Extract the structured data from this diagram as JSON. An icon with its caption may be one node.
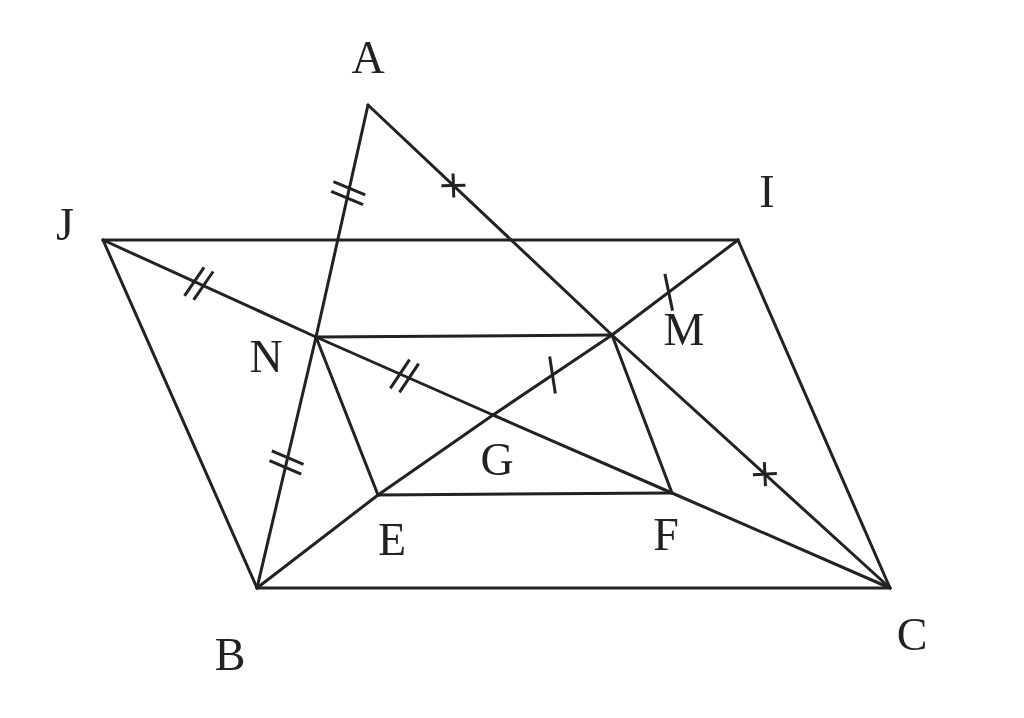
{
  "diagram": {
    "nodes": [
      {
        "text": [
          "A"
        ]
      },
      {
        "text": [
          "J"
        ]
      },
      {
        "text": [
          "I"
        ]
      },
      {
        "text": [
          "N"
        ]
      },
      {
        "text": [
          "M"
        ]
      },
      {
        "text": [
          "G"
        ]
      },
      {
        "text": [
          "E"
        ]
      },
      {
        "text": [
          "F"
        ]
      },
      {
        "text": [
          "B"
        ]
      },
      {
        "text": [
          "C"
        ]
      }
    ],
    "edges": [
      {
        "from": 0,
        "to": 3,
        "arrow": "none"
      },
      {
        "from": 3,
        "to": 8,
        "arrow": "none"
      },
      {
        "from": 0,
        "to": 4,
        "arrow": "none"
      },
      {
        "from": 4,
        "to": 9,
        "arrow": "none"
      },
      {
        "from": 1,
        "to": 2,
        "arrow": "none"
      },
      {
        "from": 2,
        "to": 9,
        "arrow": "none"
      },
      {
        "from": 1,
        "to": 8,
        "arrow": "none"
      },
      {
        "from": 8,
        "to": 9,
        "arrow": "none"
      },
      {
        "from": 1,
        "to": 3,
        "arrow": "none"
      },
      {
        "from": 3,
        "to": 5,
        "arrow": "none"
      },
      {
        "from": 5,
        "to": 7,
        "arrow": "none"
      },
      {
        "from": 7,
        "to": 9,
        "arrow": "none"
      },
      {
        "from": 2,
        "to": 4,
        "arrow": "none"
      },
      {
        "from": 4,
        "to": 5,
        "arrow": "none"
      },
      {
        "from": 5,
        "to": 6,
        "arrow": "none"
      },
      {
        "from": 6,
        "to": 8,
        "arrow": "none"
      },
      {
        "from": 3,
        "to": 4,
        "arrow": "none"
      },
      {
        "from": 6,
        "to": 7,
        "arrow": "none"
      },
      {
        "from": 3,
        "to": 6,
        "arrow": "none"
      },
      {
        "from": 4,
        "to": 7,
        "arrow": "none"
      }
    ]
  }
}
